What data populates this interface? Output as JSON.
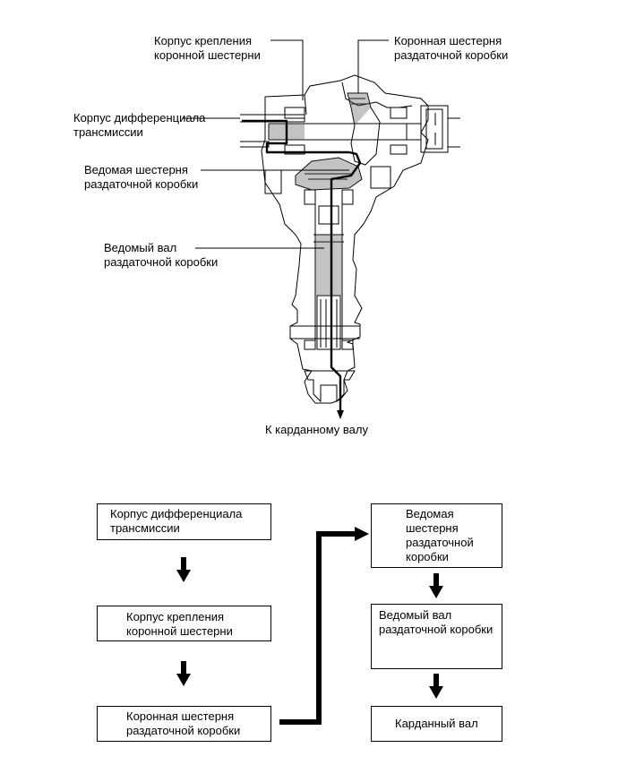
{
  "diagram": {
    "labels": {
      "ring_gear_mount_case": [
        "Корпус крепления",
        "коронной шестерни"
      ],
      "transfer_ring_gear": [
        "Коронная шестерня",
        "раздаточной коробки"
      ],
      "transmission_diff_case": [
        "Корпус дифференциала",
        "трансмиссии"
      ],
      "transfer_driven_gear": [
        "Ведомая шестерня",
        "раздаточной коробки"
      ],
      "transfer_driven_shaft": [
        "Ведомый вал",
        "раздаточной коробки"
      ],
      "to_propeller_shaft": "К карданному валу"
    }
  },
  "flow": {
    "box1": [
      "Корпус дифференциала",
      "трансмиссии"
    ],
    "box2": [
      "Корпус крепления",
      "коронной шестерни"
    ],
    "box3": [
      "Коронная шестерня",
      "раздаточной коробки"
    ],
    "box4": [
      "Ведомая",
      "шестерня",
      "раздаточной",
      "коробки"
    ],
    "box5": [
      "Ведомый вал",
      "раздаточной коробки"
    ],
    "box6": "Карданный вал"
  }
}
